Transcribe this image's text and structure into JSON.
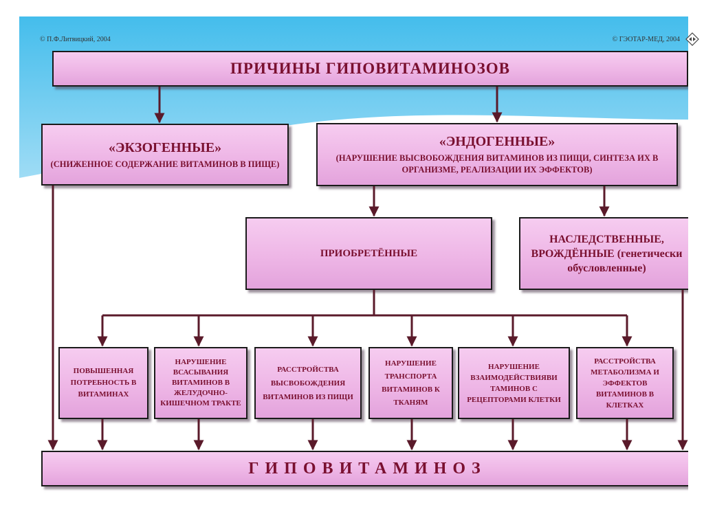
{
  "copyright_left": "© П.Ф.Литвицкий, 2004",
  "copyright_right": "© ГЭОТАР-МЕД, 2004",
  "title": "ПРИЧИНЫ  ГИПОВИТАМИНОЗОВ",
  "exogenous": {
    "title": "«ЭКЗОГЕННЫЕ»",
    "desc": "(СНИЖЕННОЕ  СОДЕРЖАНИЕ ВИТАМИНОВ В ПИЩЕ)"
  },
  "endogenous": {
    "title": "«ЭНДОГЕННЫЕ»",
    "desc": "(НАРУШЕНИЕ  ВЫСВОБОЖДЕНИЯ  ВИТАМИНОВ  ИЗ  ПИЩИ,  СИНТЕЗА ИХ  В  ОРГАНИЗМЕ,  РЕАЛИЗАЦИИ  ИХ  ЭФФЕКТОВ)"
  },
  "acquired": "ПРИОБРЕТЁННЫЕ",
  "hereditary": "НАСЛЕДСТВЕННЫЕ, ВРОЖДЁННЫЕ (генетически обусловленные)",
  "causes": [
    "ПОВЫШЕННАЯ ПОТРЕБНОСТЬ В ВИТАМИНАХ",
    "НАРУШЕНИЕ ВСАСЫВАНИЯ ВИТАМИНОВ В ЖЕЛУДОЧНО-КИШЕЧНОМ ТРАКТЕ",
    "РАССТРОЙСТВА ВЫСВОБОЖДЕНИЯ ВИТАМИНОВ ИЗ ПИЩИ",
    "НАРУШЕНИЕ ТРАНСПОРТА ВИТАМИНОВ К ТКАНЯМ",
    "НАРУШЕНИЕ ВЗАИМОДЕЙСТВИЯВИ ТАМИНОВ С РЕЦЕПТОРАМИ КЛЕТКИ",
    "РАССТРОЙСТВА МЕТАБОЛИЗМА И ЭФФЕКТОВ ВИТАМИНОВ В КЛЕТКАХ"
  ],
  "result": "ГИПОВИТАМИНОЗ",
  "colors": {
    "box_fill": "#eeb6e6",
    "text": "#7a1030",
    "arrow": "#5a1a2a",
    "sky": "#4fc3ef"
  },
  "icons": {
    "nav": "diamond-arrows-icon"
  }
}
